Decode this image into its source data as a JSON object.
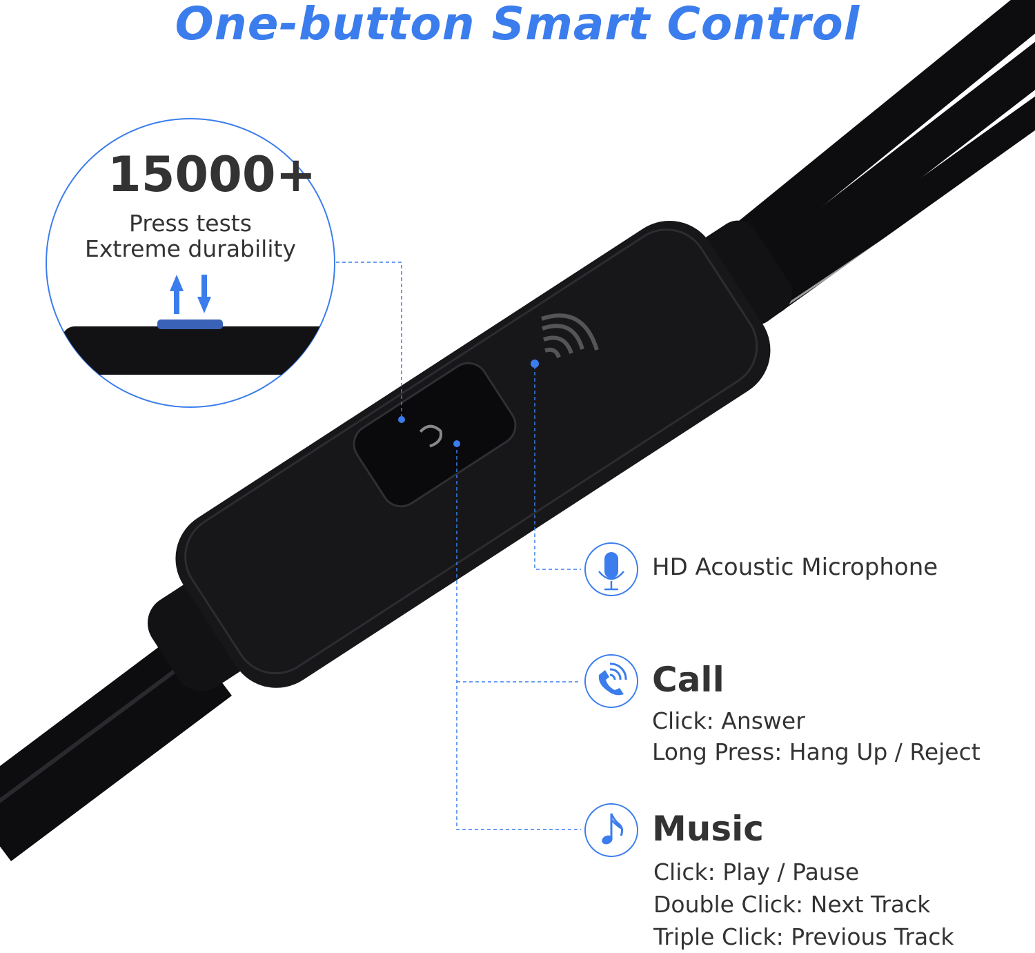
{
  "title": "One-button Smart Control",
  "durability": {
    "count": "15000+",
    "line1": "Press tests",
    "line2": "Extreme durability"
  },
  "features": [
    {
      "icon": "microphone-icon",
      "title": "HD Acoustic Microphone",
      "lines": []
    },
    {
      "icon": "phone-call-icon",
      "title": "Call",
      "lines": [
        "Click: Answer",
        "Long Press: Hang Up / Reject"
      ]
    },
    {
      "icon": "music-note-icon",
      "title": "Music",
      "lines": [
        "Click: Play / Pause",
        "Double Click: Next Track",
        "Triple Click: Previous Track"
      ]
    }
  ],
  "colors": {
    "accent": "#3b7ded",
    "text": "#333333",
    "cable": "#0d0d0f"
  }
}
